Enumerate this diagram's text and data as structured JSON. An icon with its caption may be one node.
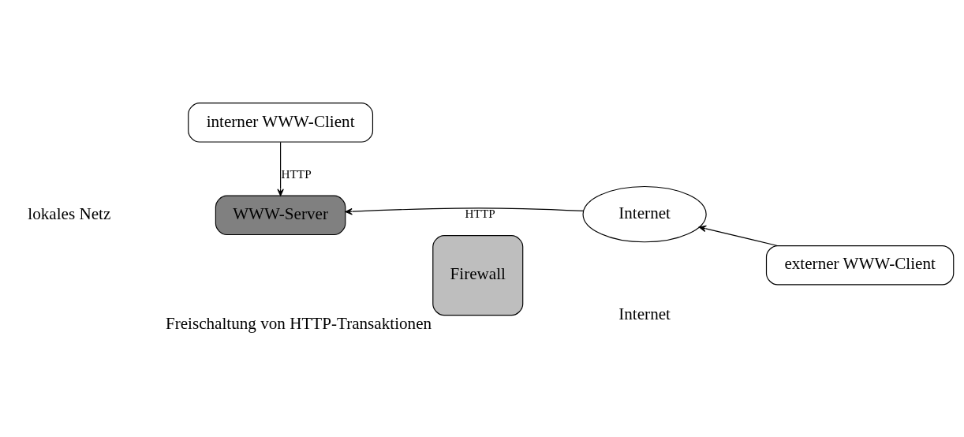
{
  "diagram": {
    "nodes": [
      {
        "text": [
          "interner WWW-Client"
        ]
      },
      {
        "text": [
          "WWW-Server"
        ]
      },
      {
        "text": [
          "Firewall"
        ],
        "beside": [
          "Freischaltung von HTTP-Transaktionen"
        ]
      },
      {
        "text": [
          "Internet"
        ]
      },
      {
        "text": [
          "externer WWW-Client"
        ]
      }
    ],
    "edges": [
      {
        "from": 0,
        "to": 1,
        "arrow": "to",
        "label": "HTTP"
      },
      {
        "from": 3,
        "to": 1,
        "arrow": "to",
        "label": "HTTP"
      },
      {
        "from": 4,
        "to": 3,
        "arrow": "to"
      }
    ],
    "labels": [
      "lokales Netz",
      "Internet"
    ]
  }
}
